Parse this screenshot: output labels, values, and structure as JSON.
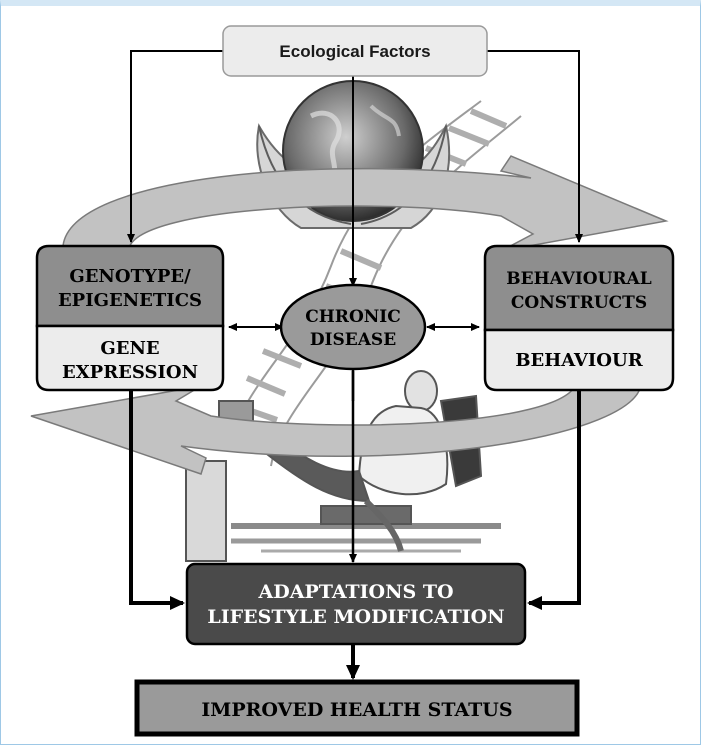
{
  "diagram": {
    "ecological_factors": "Ecological Factors",
    "genotype_line1": "GENOTYPE/",
    "genotype_line2": "EPIGENETICS",
    "gene_expression_line1": "GENE",
    "gene_expression_line2": "EXPRESSION",
    "chronic_disease_line1": "CHRONIC",
    "chronic_disease_line2": "DISEASE",
    "behavioural_line1": "BEHAVIOURAL",
    "behavioural_line2": "CONSTRUCTS",
    "behaviour": "BEHAVIOUR",
    "adaptations_line1": "ADAPTATIONS TO",
    "adaptations_line2": "LIFESTYLE MODIFICATION",
    "improved_health": "IMPROVED HEALTH STATUS"
  },
  "illustration": {
    "globe": "hands-holding-globe",
    "dna": "dna-double-helix",
    "exercise": "man-on-leg-press-machine"
  },
  "colors": {
    "box_dark_gray": "#8e8e8e",
    "box_light_gray": "#ececec",
    "box_darkest": "#4a4a4a",
    "cycle_arrow": "#bcbcbc",
    "border_blue": "#9ec8e6"
  }
}
